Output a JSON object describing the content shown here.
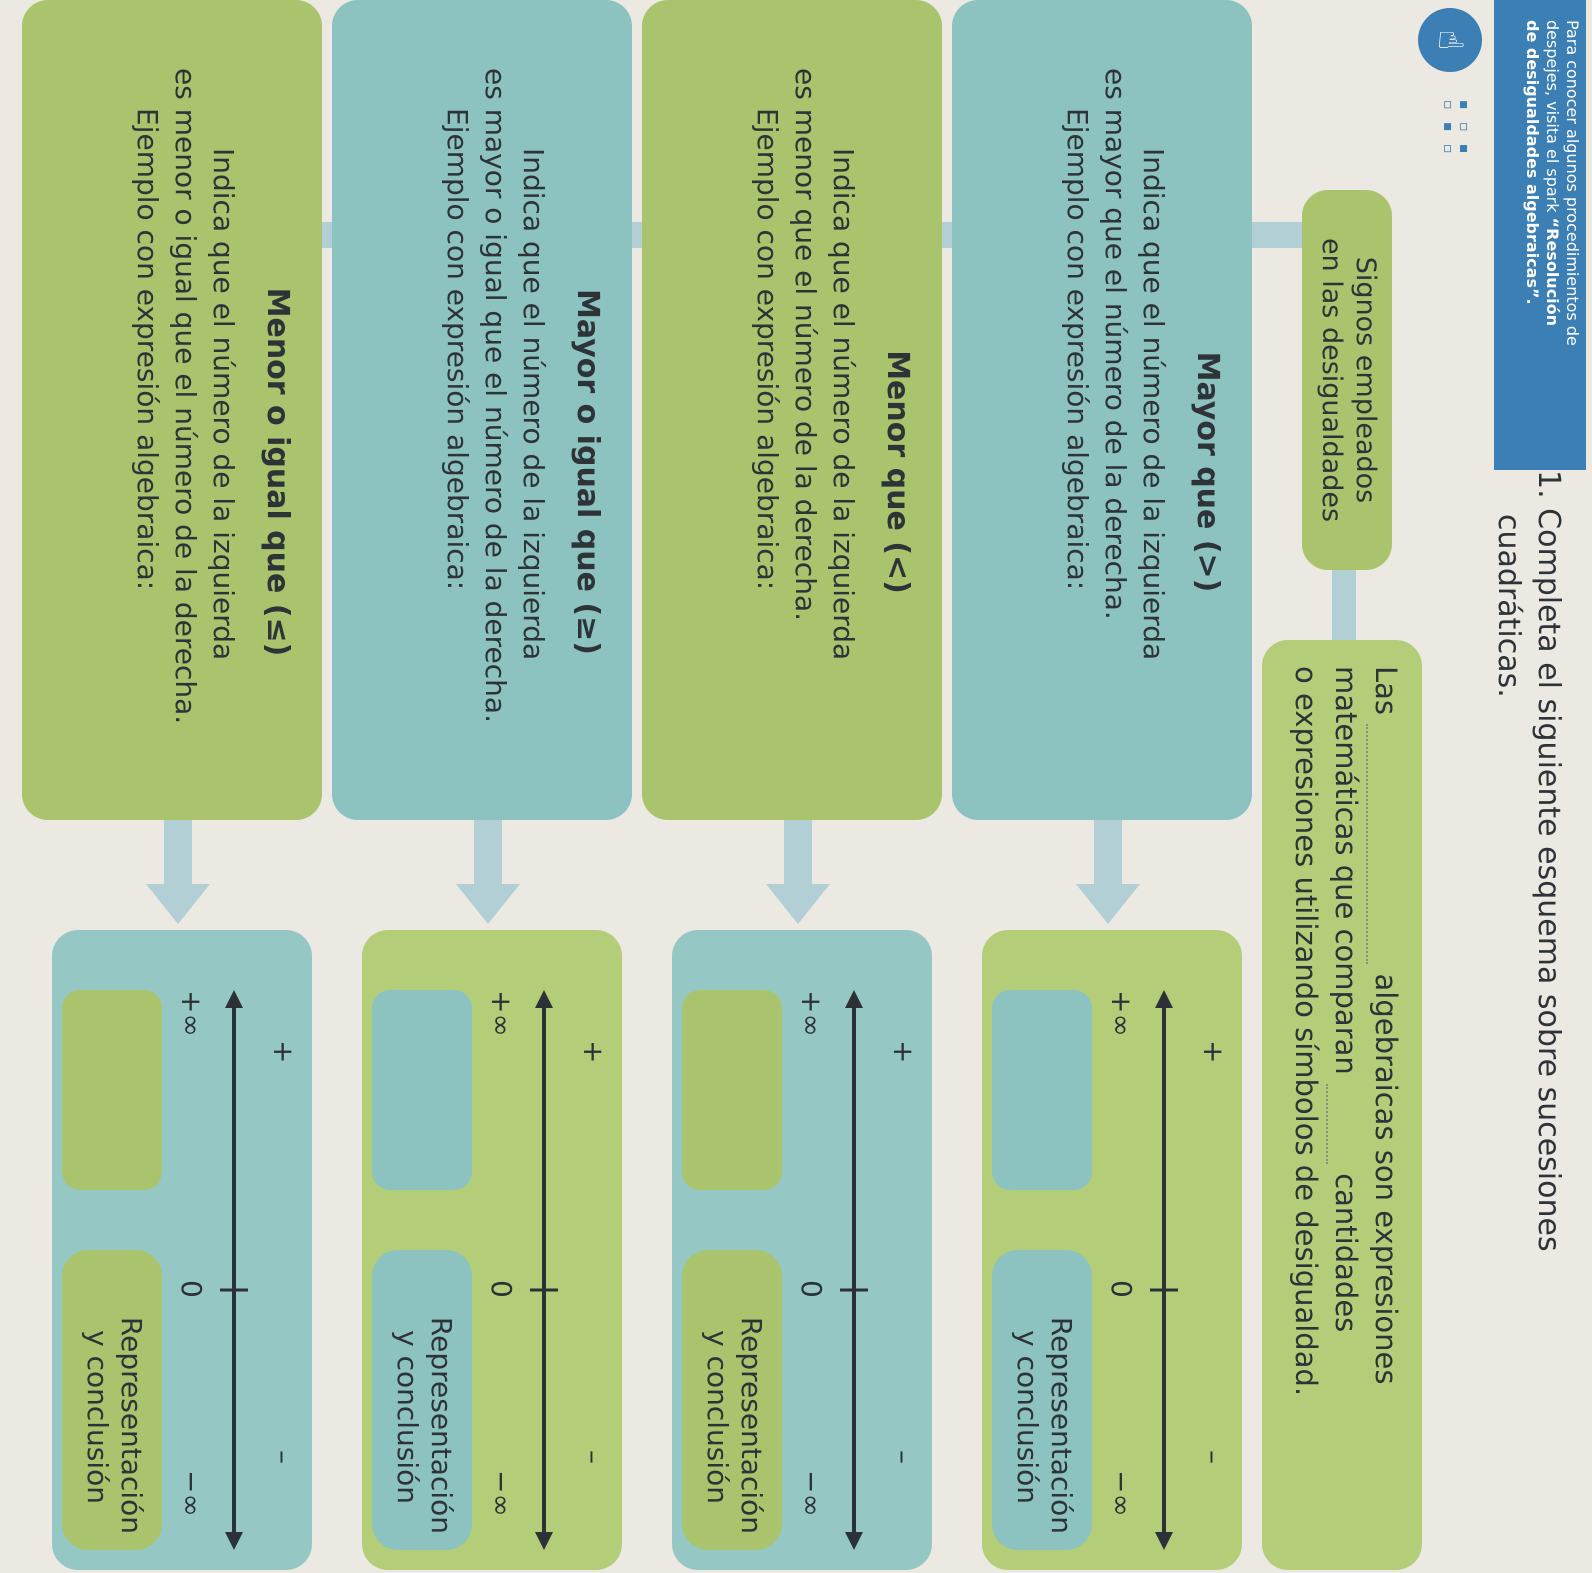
{
  "sidebar_note": {
    "line1": "Para conocer algunos procedimientos de",
    "line2_a": "despejes, visita el spark",
    "line2_b": "“Resolución",
    "line3": "de desigualdades algebraicas”."
  },
  "instruction": {
    "number": "1.",
    "line1": "Completa el siguiente esquema sobre sucesiones",
    "line2": "cuadráticas."
  },
  "definition": {
    "word_las": "Las",
    "rest_line1": "algebraicas son expresiones",
    "line2_a": "matemáticas que comparan",
    "line2_b": "cantidades",
    "line3": "o expresiones utilizando símbolos de desigualdad."
  },
  "signs_box": {
    "line1": "Signos empleados",
    "line2": "en las desigualdades"
  },
  "rows": [
    {
      "title": "Mayor que (>)",
      "line1": "Indica que el número de la izquierda",
      "line2": "es mayor que el número de la derecha.",
      "line3": "Ejemplo con expresión algebraica:",
      "rep_line1": "Representación",
      "rep_line2": "y conclusión",
      "minus": "–",
      "plus": "+",
      "neg_inf": "−∞",
      "zero": "0",
      "pos_inf": "+∞"
    },
    {
      "title": "Menor que (<)",
      "line1": "Indica que el número de la izquierda",
      "line2": "es menor que el número de la derecha.",
      "line3": "Ejemplo con expresión algebraica:",
      "rep_line1": "Representación",
      "rep_line2": "y conclusión",
      "minus": "–",
      "plus": "+",
      "neg_inf": "−∞",
      "zero": "0",
      "pos_inf": "+∞"
    },
    {
      "title": "Mayor o igual que (≥)",
      "line1": "Indica que el número de la izquierda",
      "line2": "es mayor o igual que el número de la derecha.",
      "line3": "Ejemplo con expresión algebraica:",
      "rep_line1": "Representación",
      "rep_line2": "y conclusión",
      "minus": "–",
      "plus": "+",
      "neg_inf": "−∞",
      "zero": "0",
      "pos_inf": "+∞"
    },
    {
      "title": "Menor o igual que (≤)",
      "line1": "Indica que el número de la izquierda",
      "line2": "es menor o igual que el número de la derecha.",
      "line3": "Ejemplo con expresión algebraica:",
      "rep_line1": "Representación",
      "rep_line2": "y conclusión",
      "minus": "–",
      "plus": "+",
      "neg_inf": "−∞",
      "zero": "0",
      "pos_inf": "+∞"
    }
  ],
  "colors": {
    "green": "#a9c46c",
    "teal": "#8cc3c0",
    "banner_blue": "#3b7fb5",
    "connector": "#b3cfd6"
  }
}
